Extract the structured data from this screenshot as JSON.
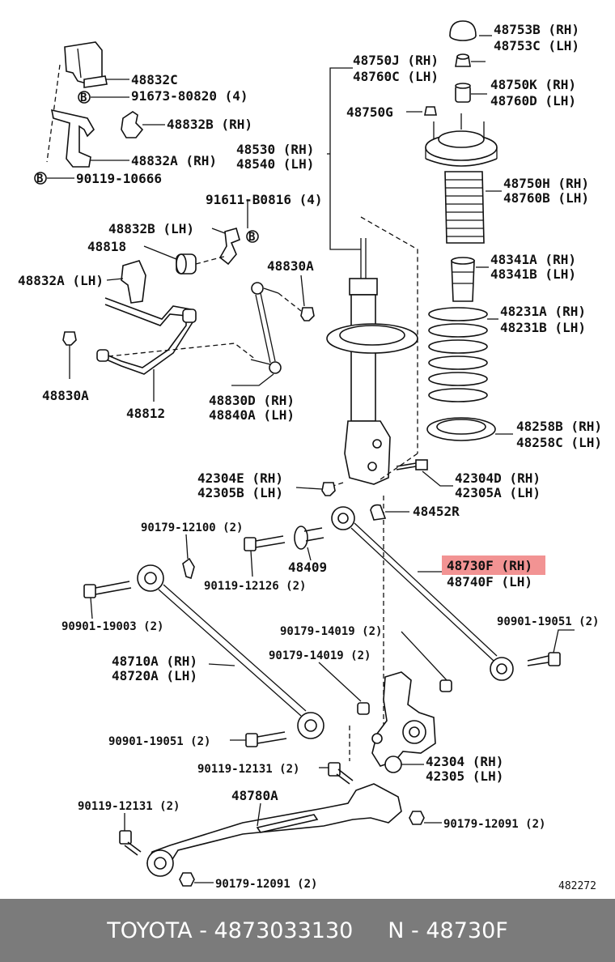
{
  "diagram_code": "482272",
  "highlight_color": "#f08080",
  "labels": {
    "p48753": [
      "48753B (RH)",
      "48753C (LH)"
    ],
    "p48750j": [
      "48750J (RH)",
      "48760C (LH)"
    ],
    "p48750k": [
      "48750K (RH)",
      "48760D (LH)"
    ],
    "p48750g": "48750G",
    "p48530": [
      "48530 (RH)",
      "48540 (LH)"
    ],
    "p48750h": [
      "48750H (RH)",
      "48760B (LH)"
    ],
    "p48341": [
      "48341A (RH)",
      "48341B (LH)"
    ],
    "p48231": [
      "48231A (RH)",
      "48231B (LH)"
    ],
    "p48258": [
      "48258B (RH)",
      "48258C (LH)"
    ],
    "p48832c": "48832C",
    "p91673": "91673-80820 (4)",
    "p48832b_rh": "48832B (RH)",
    "p48832a_rh": "48832A (RH)",
    "p90119_10666": "90119-10666",
    "p91611": "91611-B0816 (4)",
    "p48832b_lh": "48832B (LH)",
    "p48818": "48818",
    "p48832a_lh": "48832A (LH)",
    "p48830a_top": "48830A",
    "p48830a_left": "48830A",
    "p48812": "48812",
    "p48830d": [
      "48830D (RH)",
      "48840A (LH)"
    ],
    "p42304e": [
      "42304E (RH)",
      "42305B (LH)"
    ],
    "p42304d": [
      "42304D (RH)",
      "42305A (LH)"
    ],
    "p48452r": "48452R",
    "p90179_12100": "90179-12100 (2)",
    "p48409": "48409",
    "p90119_12126": "90119-12126 (2)",
    "p48730f": [
      "48730F (RH)",
      "48740F (LH)"
    ],
    "p90901_19003": "90901-19003 (2)",
    "p90901_19051_r": "90901-19051 (2)",
    "p90179_14019_a": "90179-14019 (2)",
    "p90179_14019_b": "90179-14019 (2)",
    "p48710a": [
      "48710A (RH)",
      "48720A (LH)"
    ],
    "p90901_19051_l": "90901-19051 (2)",
    "p42304": [
      "42304 (RH)",
      "42305 (LH)"
    ],
    "p90119_12131_a": "90119-12131 (2)",
    "p90119_12131_b": "90119-12131 (2)",
    "p48780a": "48780A",
    "p90179_12091_a": "90179-12091 (2)",
    "p90179_12091_b": "90179-12091 (2)",
    "b_marker": "B"
  },
  "footer": {
    "brand": "TOYOTA",
    "sep": " - ",
    "part_number": "4873033130",
    "gap": "     ",
    "ref": "N - 48730F"
  }
}
